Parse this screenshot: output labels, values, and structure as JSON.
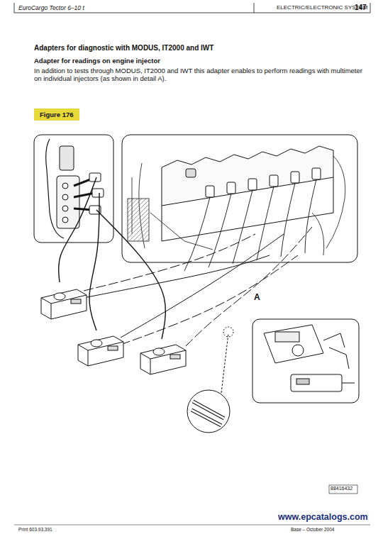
{
  "diagram": {
    "title": "Adapters for diagnostic with MODUS, IT2000 and IWT",
    "nodes": [
      {
        "text": [
          "Figure 176"
        ]
      }
    ],
    "labels": [
      "EuroCargo Tector 6–10 t",
      "ELECTRIC/ELECTRONIC SYSTEM",
      "147",
      "Adapter for readings on engine injector",
      "In addition to tests through MODUS, IT2000 and IWT this adapter enables to perform readings with multimeter on individual injectors (as shown in detail A).",
      "A",
      "88416432",
      "Print 603.93.391",
      "Base – October 2004",
      "www.epcatalogs.com"
    ]
  }
}
